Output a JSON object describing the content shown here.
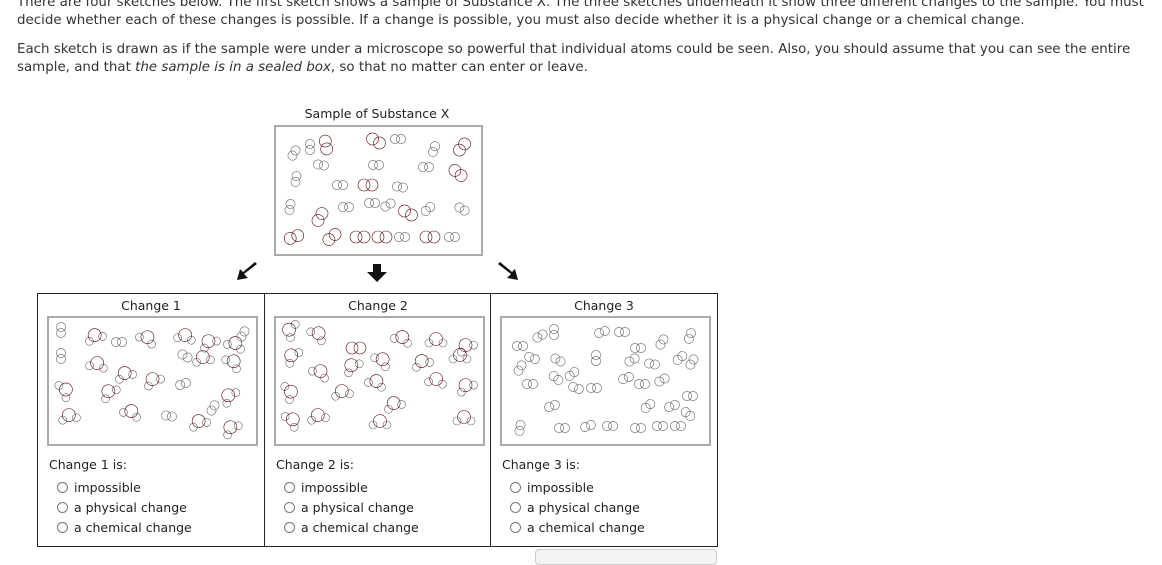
{
  "intro": {
    "p1": "There are four sketches below. The first sketch shows a sample of Substance X. The three sketches underneath it show three different changes to the sample. You must decide whether each of these changes is possible. If a change is possible, you must also decide whether it is a physical change or a chemical change.",
    "p2_a": "Each sketch is drawn as if the sample were under a microscope so powerful that individual atoms could be seen. Also, you should assume that you can see the entire sample, and that ",
    "p2_em": "the sample is in a sealed box",
    "p2_b": ", so that no matter can enter or leave."
  },
  "sample": {
    "title": "Sample of Substance X"
  },
  "arrows": [
    "arrow-down-left-icon",
    "arrow-down-icon",
    "arrow-down-right-icon"
  ],
  "changes": [
    {
      "title": "Change 1",
      "label": "Change 1 is:",
      "options": [
        "impossible",
        "a physical change",
        "a chemical change"
      ]
    },
    {
      "title": "Change 2",
      "label": "Change 2 is:",
      "options": [
        "impossible",
        "a physical change",
        "a chemical change"
      ]
    },
    {
      "title": "Change 3",
      "label": "Change 3 is:",
      "options": [
        "impossible",
        "a physical change",
        "a chemical change"
      ]
    }
  ],
  "colors": {
    "red_atom": "#c8242a",
    "white_atom": "#f2f2f2",
    "border": "#aaaaaa",
    "text": "#333333"
  }
}
